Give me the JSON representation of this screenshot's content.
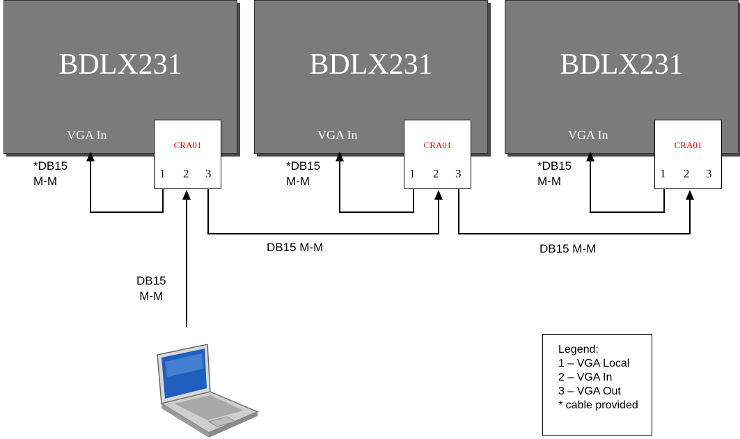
{
  "displays": [
    {
      "title": "BDLX231",
      "vga_in": "VGA In",
      "controller": "CRA01",
      "ports": [
        "1",
        "2",
        "3"
      ],
      "local_cable": "*DB15\nM-M"
    },
    {
      "title": "BDLX231",
      "vga_in": "VGA In",
      "controller": "CRA01",
      "ports": [
        "1",
        "2",
        "3"
      ],
      "local_cable": "*DB15\nM-M"
    },
    {
      "title": "BDLX231",
      "vga_in": "VGA In",
      "controller": "CRA01",
      "ports": [
        "1",
        "2",
        "3"
      ],
      "local_cable": "*DB15\nM-M"
    }
  ],
  "chain_cables": [
    "DB15 M-M",
    "DB15 M-M"
  ],
  "source_cable": "DB15\nM-M",
  "source_icon": "laptop-icon",
  "legend": {
    "heading": "Legend:",
    "items": [
      "1 – VGA Local",
      "2 – VGA In",
      "3 – VGA Out",
      "* cable provided"
    ]
  },
  "colors": {
    "display": "#7b7b7b",
    "controller_label": "#e00000",
    "line": "#000000"
  }
}
